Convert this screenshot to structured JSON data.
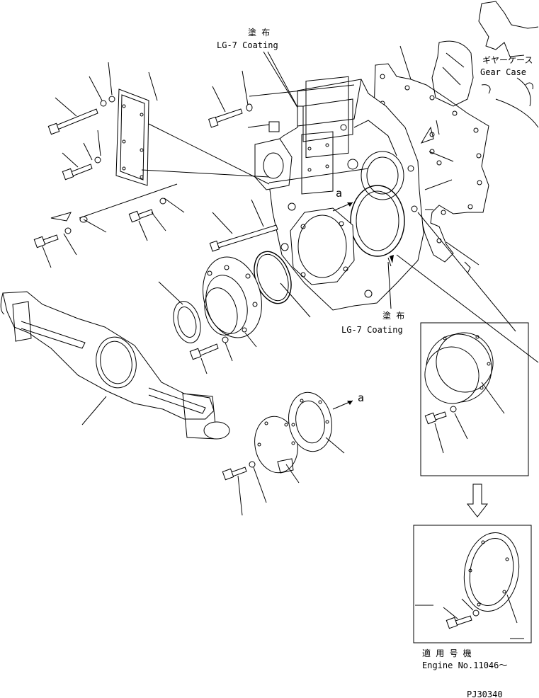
{
  "labels": {
    "coating_top_jp": "塗 布",
    "coating_top_en": "LG-7 Coating",
    "gear_case_jp": "ギヤーケース",
    "gear_case_en": "Gear Case",
    "coating_mid_jp": "塗 布",
    "coating_mid_en": "LG-7 Coating",
    "ref_a_case": "a",
    "ref_a_plate": "a",
    "applicable_jp": "適 用 号 機",
    "applicable_en": "Engine No.11046～",
    "drawing_number": "PJ30340"
  }
}
